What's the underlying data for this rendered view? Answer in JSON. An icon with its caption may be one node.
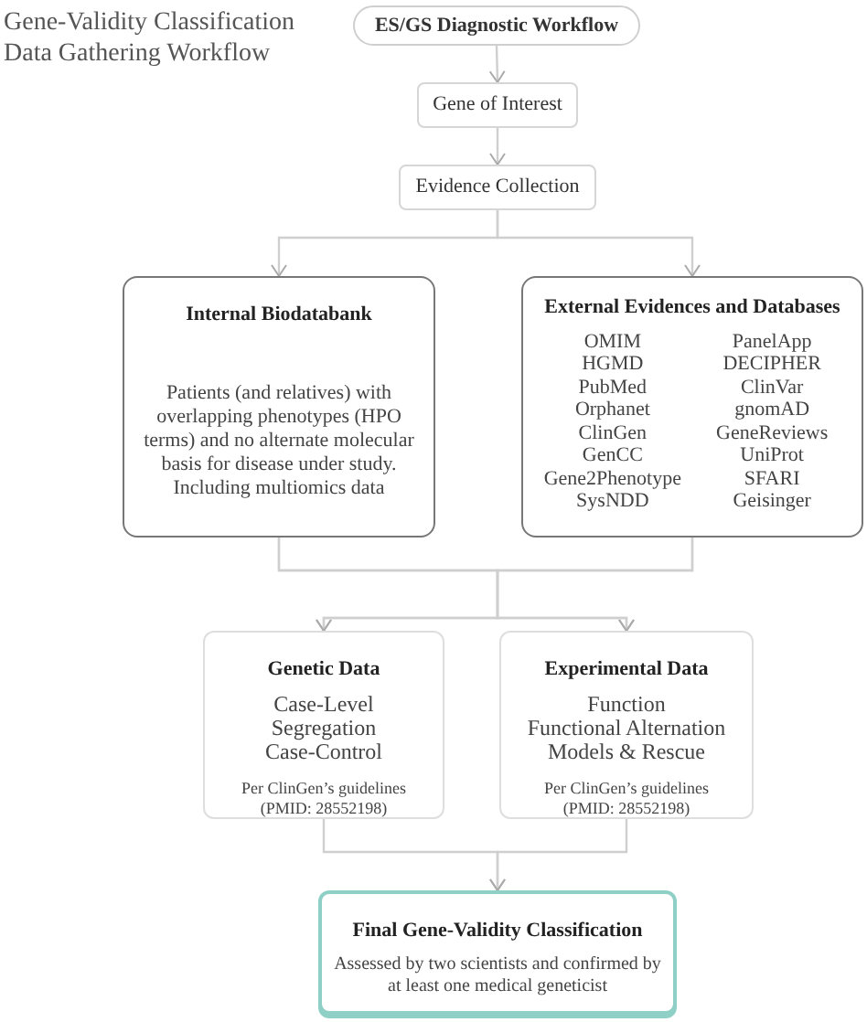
{
  "diagram": {
    "title": "Gene-Validity Classification Data Gathering Workflow",
    "nodes": [
      {
        "text": [
          "ES/GS Diagnostic Workflow"
        ]
      },
      {
        "text": [
          "Gene of Interest"
        ]
      },
      {
        "text": [
          "Evidence Collection"
        ]
      },
      {
        "text": [
          "Internal Biodatabank",
          "Patients (and relatives) with overlapping phenotypes (HPO terms) and no alternate molecular basis for disease under study. Including multiomics data"
        ]
      },
      {
        "text": [
          "External Evidences and Databases",
          "OMIM",
          "PanelApp",
          "HGMD",
          "DECIPHER",
          "PubMed",
          "ClinVar",
          "Orphanet",
          "gnomAD",
          "ClinGen",
          "GeneReviews",
          "GenCC",
          "UniProt",
          "Gene2Phenotype",
          "SFARI",
          "SysNDD",
          "Geisinger"
        ]
      },
      {
        "text": [
          "Genetic Data",
          "Case-Level",
          "Segregation",
          "Case-Control",
          "Per ClinGen’s guidelines (PMID: 28552198)"
        ]
      },
      {
        "text": [
          "Experimental Data",
          "Function",
          "Functional Alternation",
          "Models & Rescue",
          "Per ClinGen’s guidelines (PMID: 28552198)"
        ]
      },
      {
        "text": [
          "Final Gene-Validity Classification",
          "Assessed by two scientists and confirmed by at least one medical geneticist"
        ]
      }
    ],
    "edges": [
      {
        "from": 0,
        "to": 1,
        "arrow": "to"
      },
      {
        "from": 1,
        "to": 2,
        "arrow": "to"
      },
      {
        "from": 2,
        "to": 3,
        "arrow": "to"
      },
      {
        "from": 2,
        "to": 4,
        "arrow": "to"
      },
      {
        "from": 3,
        "to": 5,
        "arrow": "to"
      },
      {
        "from": 3,
        "to": 6,
        "arrow": "to"
      },
      {
        "from": 4,
        "to": 5,
        "arrow": "to"
      },
      {
        "from": 4,
        "to": 6,
        "arrow": "to"
      },
      {
        "from": 5,
        "to": 7,
        "arrow": "to"
      },
      {
        "from": 6,
        "to": 7,
        "arrow": "to"
      }
    ]
  }
}
